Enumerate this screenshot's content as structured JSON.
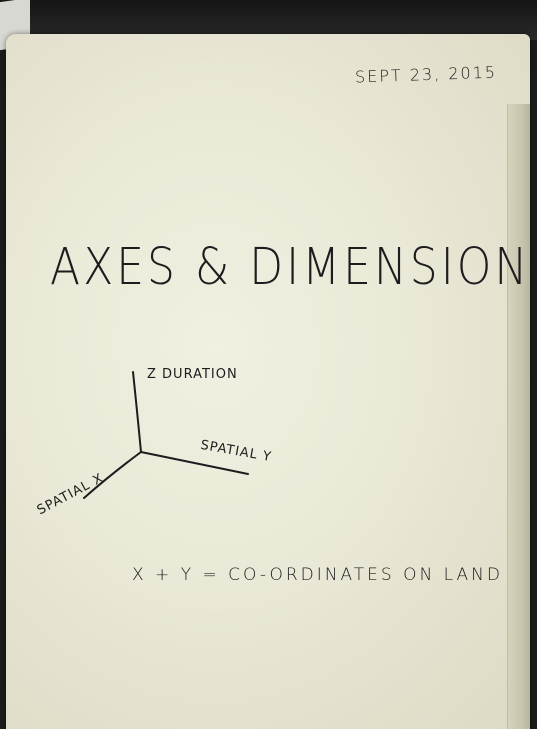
{
  "note": {
    "date": "SEPT 23, 2015",
    "title": "AXES & DIMENSIONS",
    "axes": {
      "z_label": "Z DURATION",
      "y_label": "SPATIAL Y",
      "x_label": "SPATIAL X"
    },
    "formula": "X + Y = CO-ORDINATES ON LAND"
  },
  "colors": {
    "paper": "#eae8d6",
    "ink": "#1d1d1f",
    "background": "#1c1c1c"
  }
}
